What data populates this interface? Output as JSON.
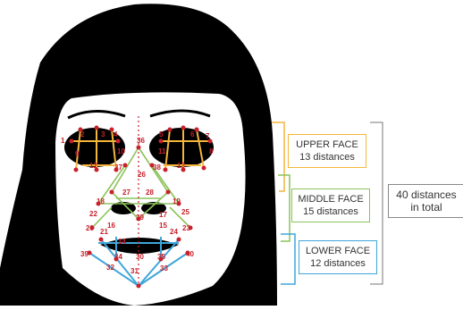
{
  "groups": {
    "upper": {
      "title": "UPPER FACE",
      "count": "13 distances",
      "color": "#f4b63a"
    },
    "middle": {
      "title": "MIDDLE FACE",
      "count": "15 distances",
      "color": "#8cc35a"
    },
    "lower": {
      "title": "LOWER FACE",
      "count": "12 distances",
      "color": "#3fa6d9"
    },
    "total": {
      "line1": "40 distances",
      "line2": "in total"
    }
  },
  "landmark_color": "#c8202b",
  "distance_labels": [
    "1",
    "2",
    "3",
    "4",
    "5",
    "6",
    "7",
    "8",
    "9",
    "10",
    "11",
    "12",
    "13",
    "14",
    "15",
    "16",
    "17",
    "18",
    "19",
    "20",
    "21",
    "22",
    "23",
    "24",
    "25",
    "26",
    "27",
    "28",
    "29",
    "30",
    "31",
    "32",
    "33",
    "34",
    "35",
    "36",
    "37",
    "38",
    "39",
    "40"
  ]
}
